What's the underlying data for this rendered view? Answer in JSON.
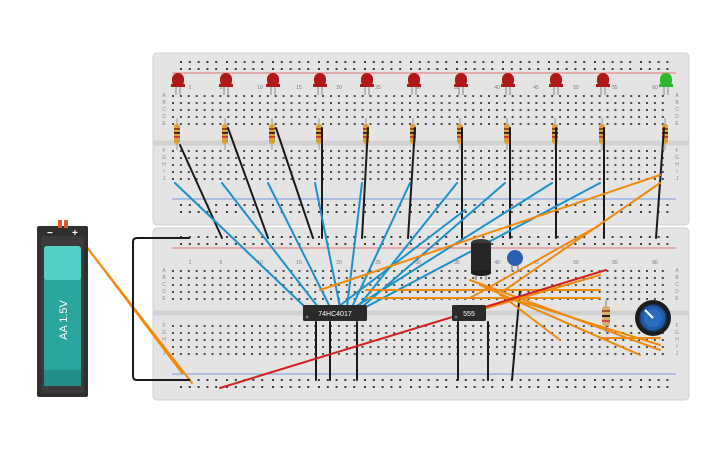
{
  "battery": {
    "label": "AA 1.5V",
    "minus": "−",
    "plus": "+"
  },
  "chips": {
    "counter": "74HC4017",
    "timer": "555"
  },
  "top_board": {
    "col_numbers": [
      "1",
      "5",
      "10",
      "15",
      "20",
      "25",
      "30",
      "35",
      "40",
      "45",
      "50",
      "55",
      "60"
    ],
    "row_letters_upper": [
      "A",
      "B",
      "C",
      "D",
      "E"
    ],
    "row_letters_lower": [
      "F",
      "G",
      "H",
      "I",
      "J"
    ]
  },
  "bottom_board": {
    "col_numbers": [
      "1",
      "5",
      "10",
      "15",
      "20",
      "25",
      "30",
      "35",
      "40",
      "45",
      "50",
      "55",
      "60"
    ],
    "row_letters_upper": [
      "A",
      "B",
      "C",
      "D",
      "E"
    ],
    "row_letters_lower": [
      "F",
      "G",
      "H",
      "I",
      "J"
    ]
  },
  "leds": {
    "count": 11,
    "colors": [
      "red",
      "red",
      "red",
      "red",
      "red",
      "red",
      "red",
      "red",
      "red",
      "red",
      "green"
    ],
    "red_hex": "#b01818",
    "green_hex": "#2eb82e"
  },
  "colors": {
    "board": "#e6e6e6",
    "wire_blue": "#1e90c8",
    "wire_black": "#1a1a1a",
    "wire_orange": "#ee8a0e",
    "wire_red": "#d42020",
    "battery_teal": "#3cc0b8",
    "pot_blue": "#1f5ca8"
  }
}
